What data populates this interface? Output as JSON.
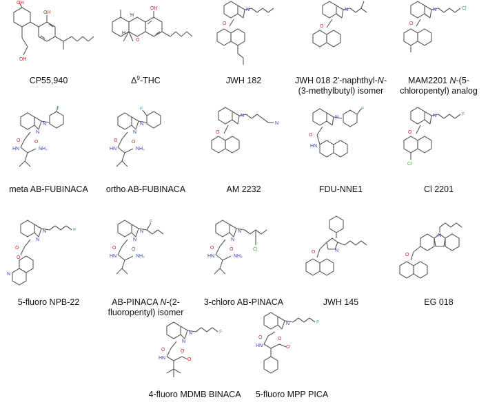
{
  "compounds": [
    {
      "id": "cp55940",
      "label": "CP55,940",
      "atoms": [
        "OH",
        "OH",
        "OH"
      ]
    },
    {
      "id": "thc",
      "label_prefix": "Δ",
      "label_sup": "9",
      "label_suffix": "-THC",
      "atoms": [
        "H",
        "H",
        "OH",
        "O"
      ]
    },
    {
      "id": "jwh182",
      "label": "JWH 182",
      "atoms": [
        "O",
        "N"
      ]
    },
    {
      "id": "jwh018-iso",
      "label": "JWH 018 2'-naphthyl-",
      "label_italic": "N",
      "label_tail": "-(3-methylbutyl) isomer",
      "atoms": [
        "O",
        "N"
      ]
    },
    {
      "id": "mam2201",
      "label": "MAM2201 ",
      "label_italic": "N",
      "label_tail": "-(5-chloropentyl) analog",
      "atoms": [
        "O",
        "N",
        "Cl"
      ]
    },
    {
      "id": "meta-ab-fubinaca",
      "label": "meta AB-FUBINACA",
      "atoms": [
        "F",
        "O",
        "N",
        "N",
        "HN",
        "NH₂",
        "O"
      ]
    },
    {
      "id": "ortho-ab-fubinaca",
      "label": "ortho AB-FUBINACA",
      "atoms": [
        "F",
        "O",
        "N",
        "N",
        "HN",
        "NH₂",
        "O"
      ]
    },
    {
      "id": "am2232",
      "label": "AM 2232",
      "atoms": [
        "O",
        "N",
        "N"
      ]
    },
    {
      "id": "fdu-nne1",
      "label": "FDU-NNE1",
      "atoms": [
        "F",
        "O",
        "N",
        "HN"
      ]
    },
    {
      "id": "ci2201",
      "label": "Cl 2201",
      "atoms": [
        "O",
        "N",
        "F",
        "Cl"
      ]
    },
    {
      "id": "5f-npb22",
      "label": "5-fluoro NPB-22",
      "atoms": [
        "O",
        "N",
        "N",
        "F",
        "O",
        "N"
      ]
    },
    {
      "id": "ab-pinaca-iso",
      "label": "AB-PINACA ",
      "label_italic": "N",
      "label_tail": "-(2-fluoropentyl) isomer",
      "atoms": [
        "F",
        "O",
        "N",
        "N",
        "HN",
        "NH₂",
        "O"
      ]
    },
    {
      "id": "3cl-ab-pinaca",
      "label": "3-chloro AB-PINACA",
      "atoms": [
        "O",
        "N",
        "N",
        "HN",
        "NH₂",
        "O",
        "Cl"
      ]
    },
    {
      "id": "jwh145",
      "label": "JWH 145",
      "atoms": [
        "O",
        "N"
      ]
    },
    {
      "id": "eg018",
      "label": "EG 018",
      "atoms": [
        "O",
        "N"
      ]
    },
    {
      "id": "4f-mdmb-binaca",
      "label": "4-fluoro MDMB BINACA",
      "atoms": [
        "O",
        "N",
        "N",
        "HN",
        "O",
        "O",
        "F"
      ]
    },
    {
      "id": "5f-mpp-pica",
      "label": "5-fluoro MPP PICA",
      "atoms": [
        "O",
        "N",
        "HN",
        "O",
        "O",
        "F"
      ]
    }
  ]
}
